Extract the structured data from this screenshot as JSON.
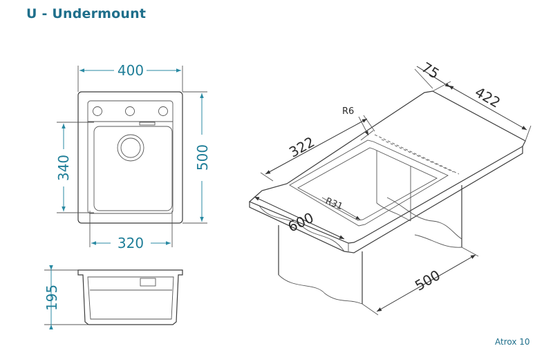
{
  "title": "U - Undermount",
  "model": "Atrox 10",
  "top_view": {
    "width": "400",
    "height": "500",
    "bowl_height": "340",
    "bowl_width": "320"
  },
  "section_view": {
    "depth": "195"
  },
  "iso_view": {
    "ledge": "75",
    "deck": "422",
    "corner_radius_top": "R6",
    "bowl_length": "322",
    "corner_radius_bowl": "R31",
    "cabinet_width": "600",
    "cabinet_depth": "500"
  },
  "colors": {
    "accent": "#1f6f8b",
    "dimension": "#2a8aa3",
    "outline": "#3a3a3a"
  }
}
